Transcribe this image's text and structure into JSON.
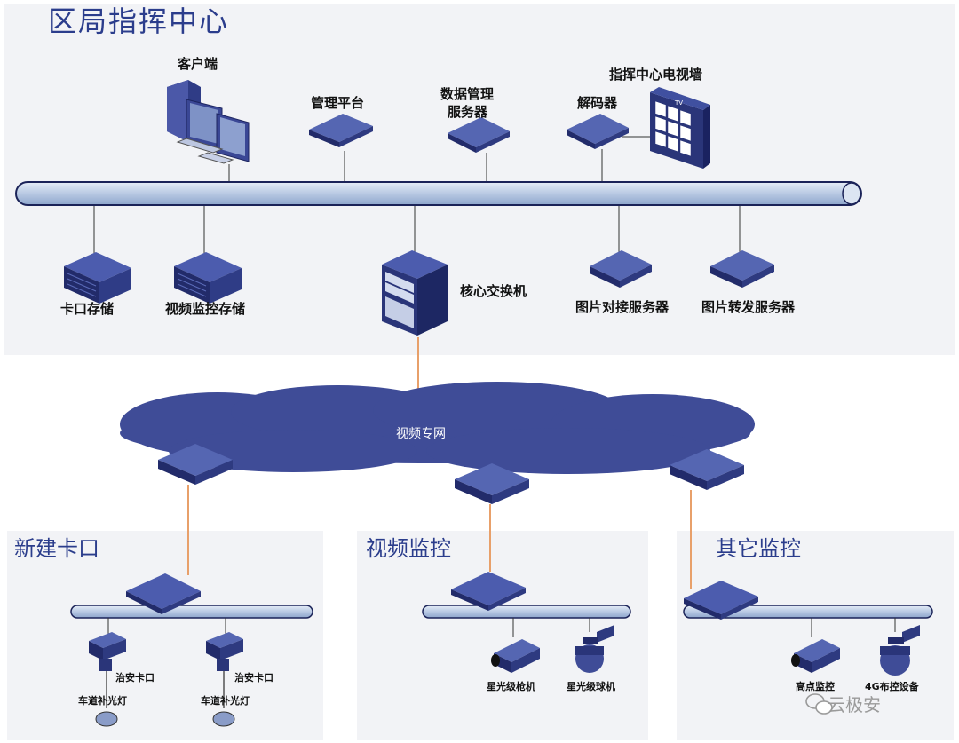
{
  "title": "区局指挥中心",
  "core": {
    "client": "客户端",
    "mgmt_platform": "管理平台",
    "data_server_l1": "数据管理",
    "data_server_l2": "服务器",
    "decoder": "解码器",
    "tv_wall": "指挥中心电视墙",
    "tv_text": "TV",
    "kakou_storage": "卡口存储",
    "video_storage": "视频监控存储",
    "core_switch": "核心交换机",
    "pic_dock_server": "图片对接服务器",
    "pic_forward_server": "图片转发服务器"
  },
  "network": {
    "label": "视频专网"
  },
  "sections": {
    "kakou": {
      "title": "新建卡口",
      "camera_label": "治安卡口",
      "light_label": "车道补光灯"
    },
    "video": {
      "title": "视频监控",
      "gun_camera": "星光级枪机",
      "dome_camera": "星光级球机"
    },
    "other": {
      "title": "其它监控",
      "high_point": "高点监控",
      "g4_device": "4G布控设备"
    }
  },
  "watermark": "云极安",
  "colors": {
    "panel": "#f2f3f6",
    "bus_fill": "#c9d6ea",
    "bus_stroke": "#1b2358",
    "device_navy": "#2a3579",
    "cloud": "#3f4c97",
    "orange_link": "#e8a06a",
    "title_blue": "#2b3d8c"
  }
}
